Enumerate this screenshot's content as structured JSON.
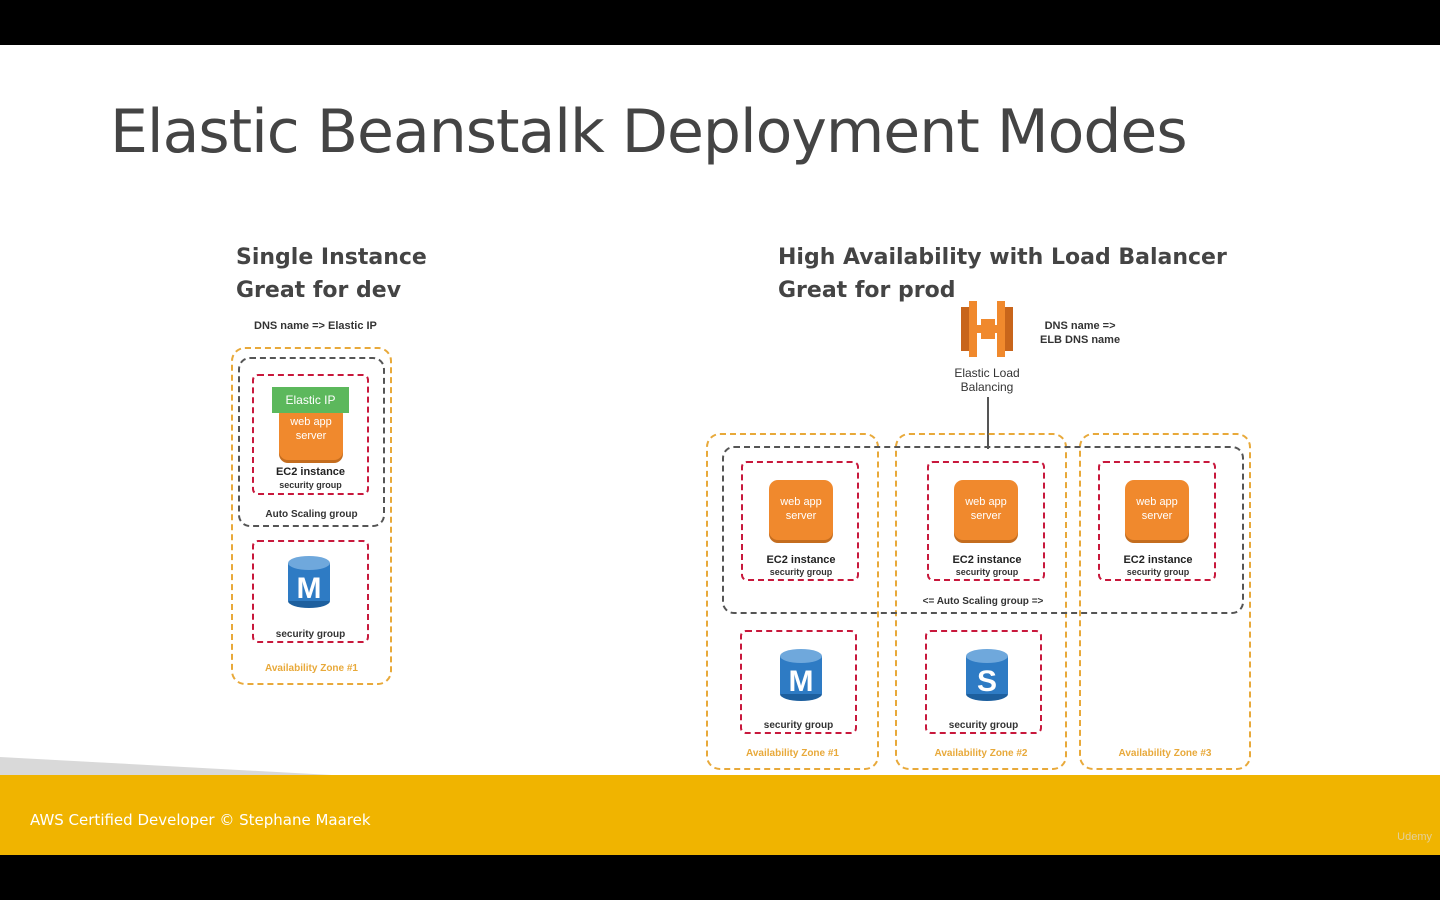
{
  "title": "Elastic Beanstalk Deployment Modes",
  "single": {
    "heading_line1": "Single Instance",
    "heading_line2": "Great for dev",
    "dns_note": "DNS name => Elastic IP",
    "elastic_ip": "Elastic IP",
    "server_line1": "web app",
    "server_line2": "server",
    "ec2_label": "EC2 instance",
    "ec2_sg": "security group",
    "asg_label": "Auto Scaling group",
    "db_letter": "M",
    "db_sg": "security group",
    "az_label": "Availability Zone #1"
  },
  "ha": {
    "heading_line1": "High Availability with Load Balancer",
    "heading_line2": "Great for prod",
    "dns_note_line1": "DNS name =>",
    "dns_note_line2": "ELB DNS name",
    "elb_line1": "Elastic Load",
    "elb_line2": "Balancing",
    "asg_label": "<= Auto Scaling group =>",
    "zones": [
      {
        "az_label": "Availability Zone #1",
        "server_line1": "web app",
        "server_line2": "server",
        "ec2_label": "EC2 instance",
        "ec2_sg": "security group",
        "db_letter": "M",
        "db_sg": "security group"
      },
      {
        "az_label": "Availability Zone #2",
        "server_line1": "web app",
        "server_line2": "server",
        "ec2_label": "EC2 instance",
        "ec2_sg": "security group",
        "db_letter": "S",
        "db_sg": "security group"
      },
      {
        "az_label": "Availability Zone #3",
        "server_line1": "web app",
        "server_line2": "server",
        "ec2_label": "EC2 instance",
        "ec2_sg": "security group"
      }
    ]
  },
  "footer": {
    "text": "AWS Certified Developer © Stephane Maarek",
    "brand": "Udemy"
  },
  "colors": {
    "az_border": "#e8a93a",
    "sg_border": "#c8183c",
    "server": "#f0892d",
    "elastic_ip": "#5cb85c",
    "db": "#2e7bc4",
    "footer": "#f0b400"
  },
  "icons": [
    "elb-icon",
    "rds-master-icon",
    "rds-standby-icon"
  ]
}
